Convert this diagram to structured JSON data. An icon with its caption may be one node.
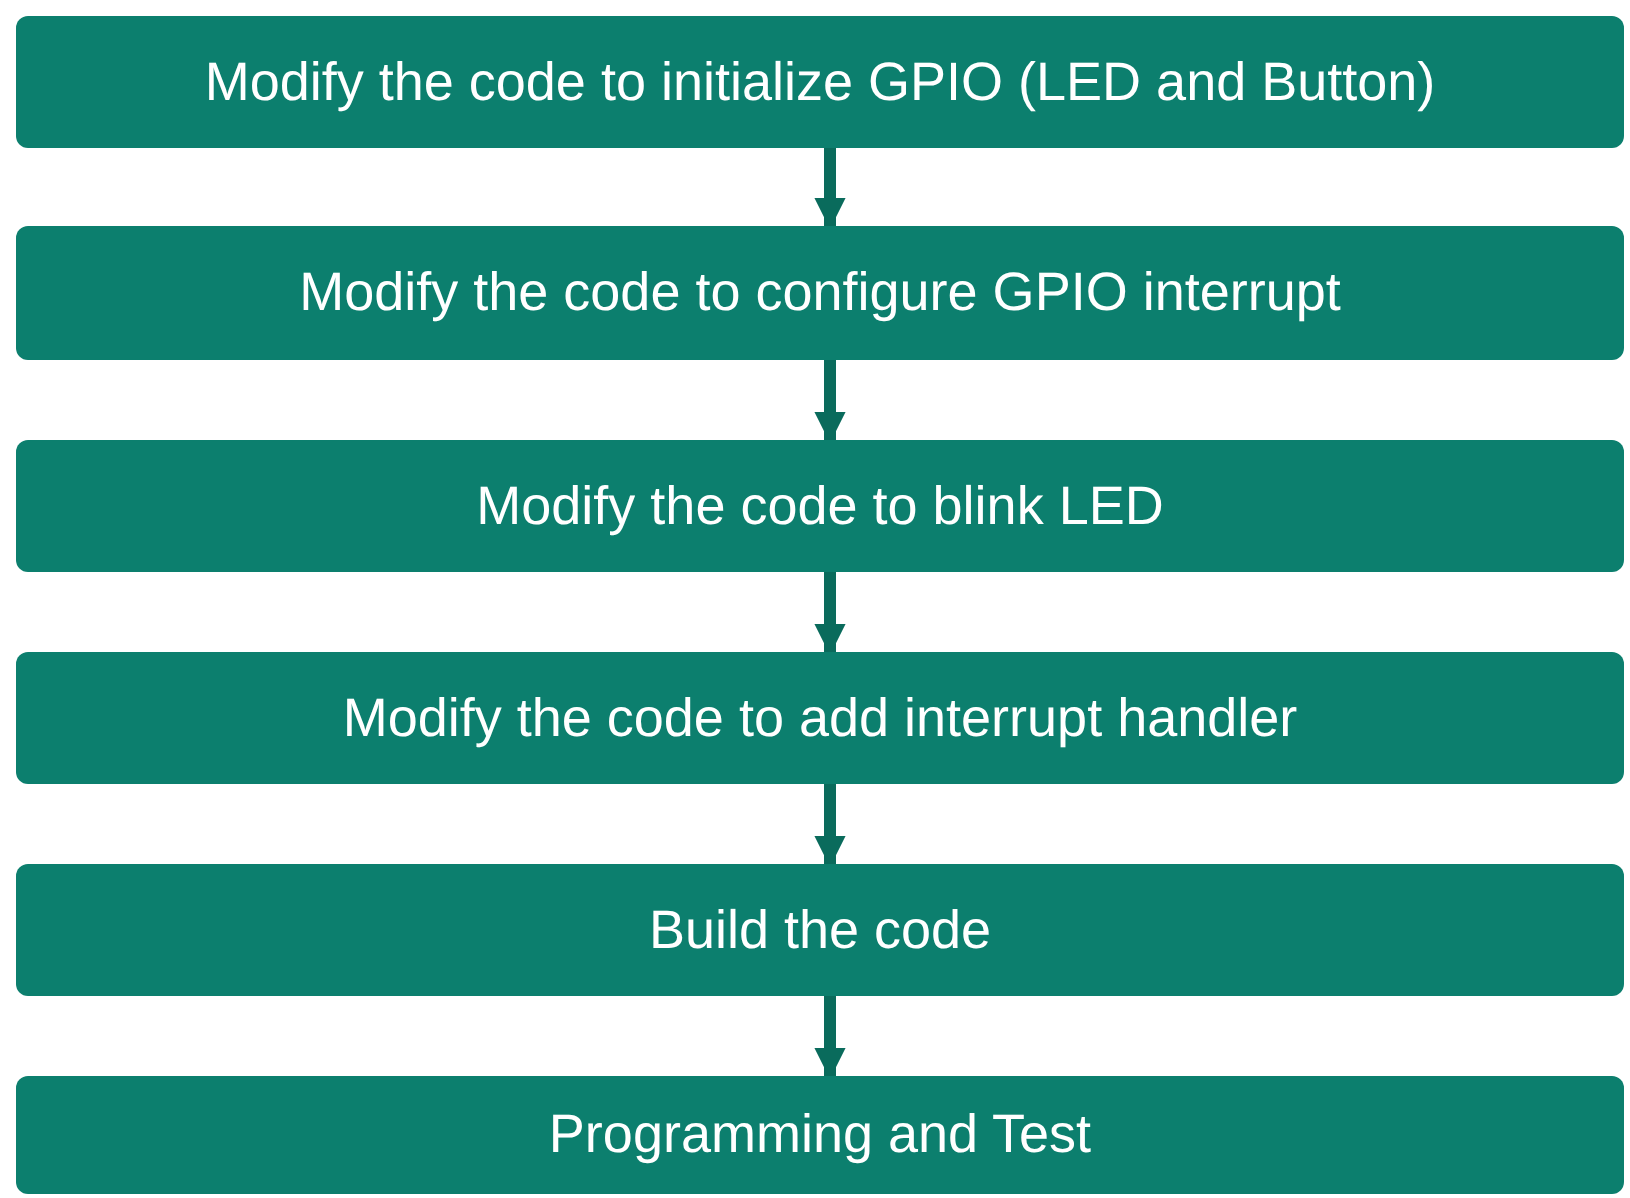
{
  "diagram": {
    "nodes": [
      {
        "text": [
          "Modify the code to initialize GPIO (LED and Button)"
        ]
      },
      {
        "text": [
          "Modify the code to configure GPIO interrupt"
        ]
      },
      {
        "text": [
          "Modify the code to blink LED"
        ]
      },
      {
        "text": [
          "Modify the code to add interrupt handler"
        ]
      },
      {
        "text": [
          "Build the code"
        ]
      },
      {
        "text": [
          "Programming and Test"
        ]
      }
    ],
    "edges": [
      {
        "from": 0,
        "to": 1,
        "arrow": "to"
      },
      {
        "from": 1,
        "to": 2,
        "arrow": "to"
      },
      {
        "from": 2,
        "to": 3,
        "arrow": "to"
      },
      {
        "from": 3,
        "to": 4,
        "arrow": "to"
      },
      {
        "from": 4,
        "to": 5,
        "arrow": "to"
      }
    ]
  }
}
